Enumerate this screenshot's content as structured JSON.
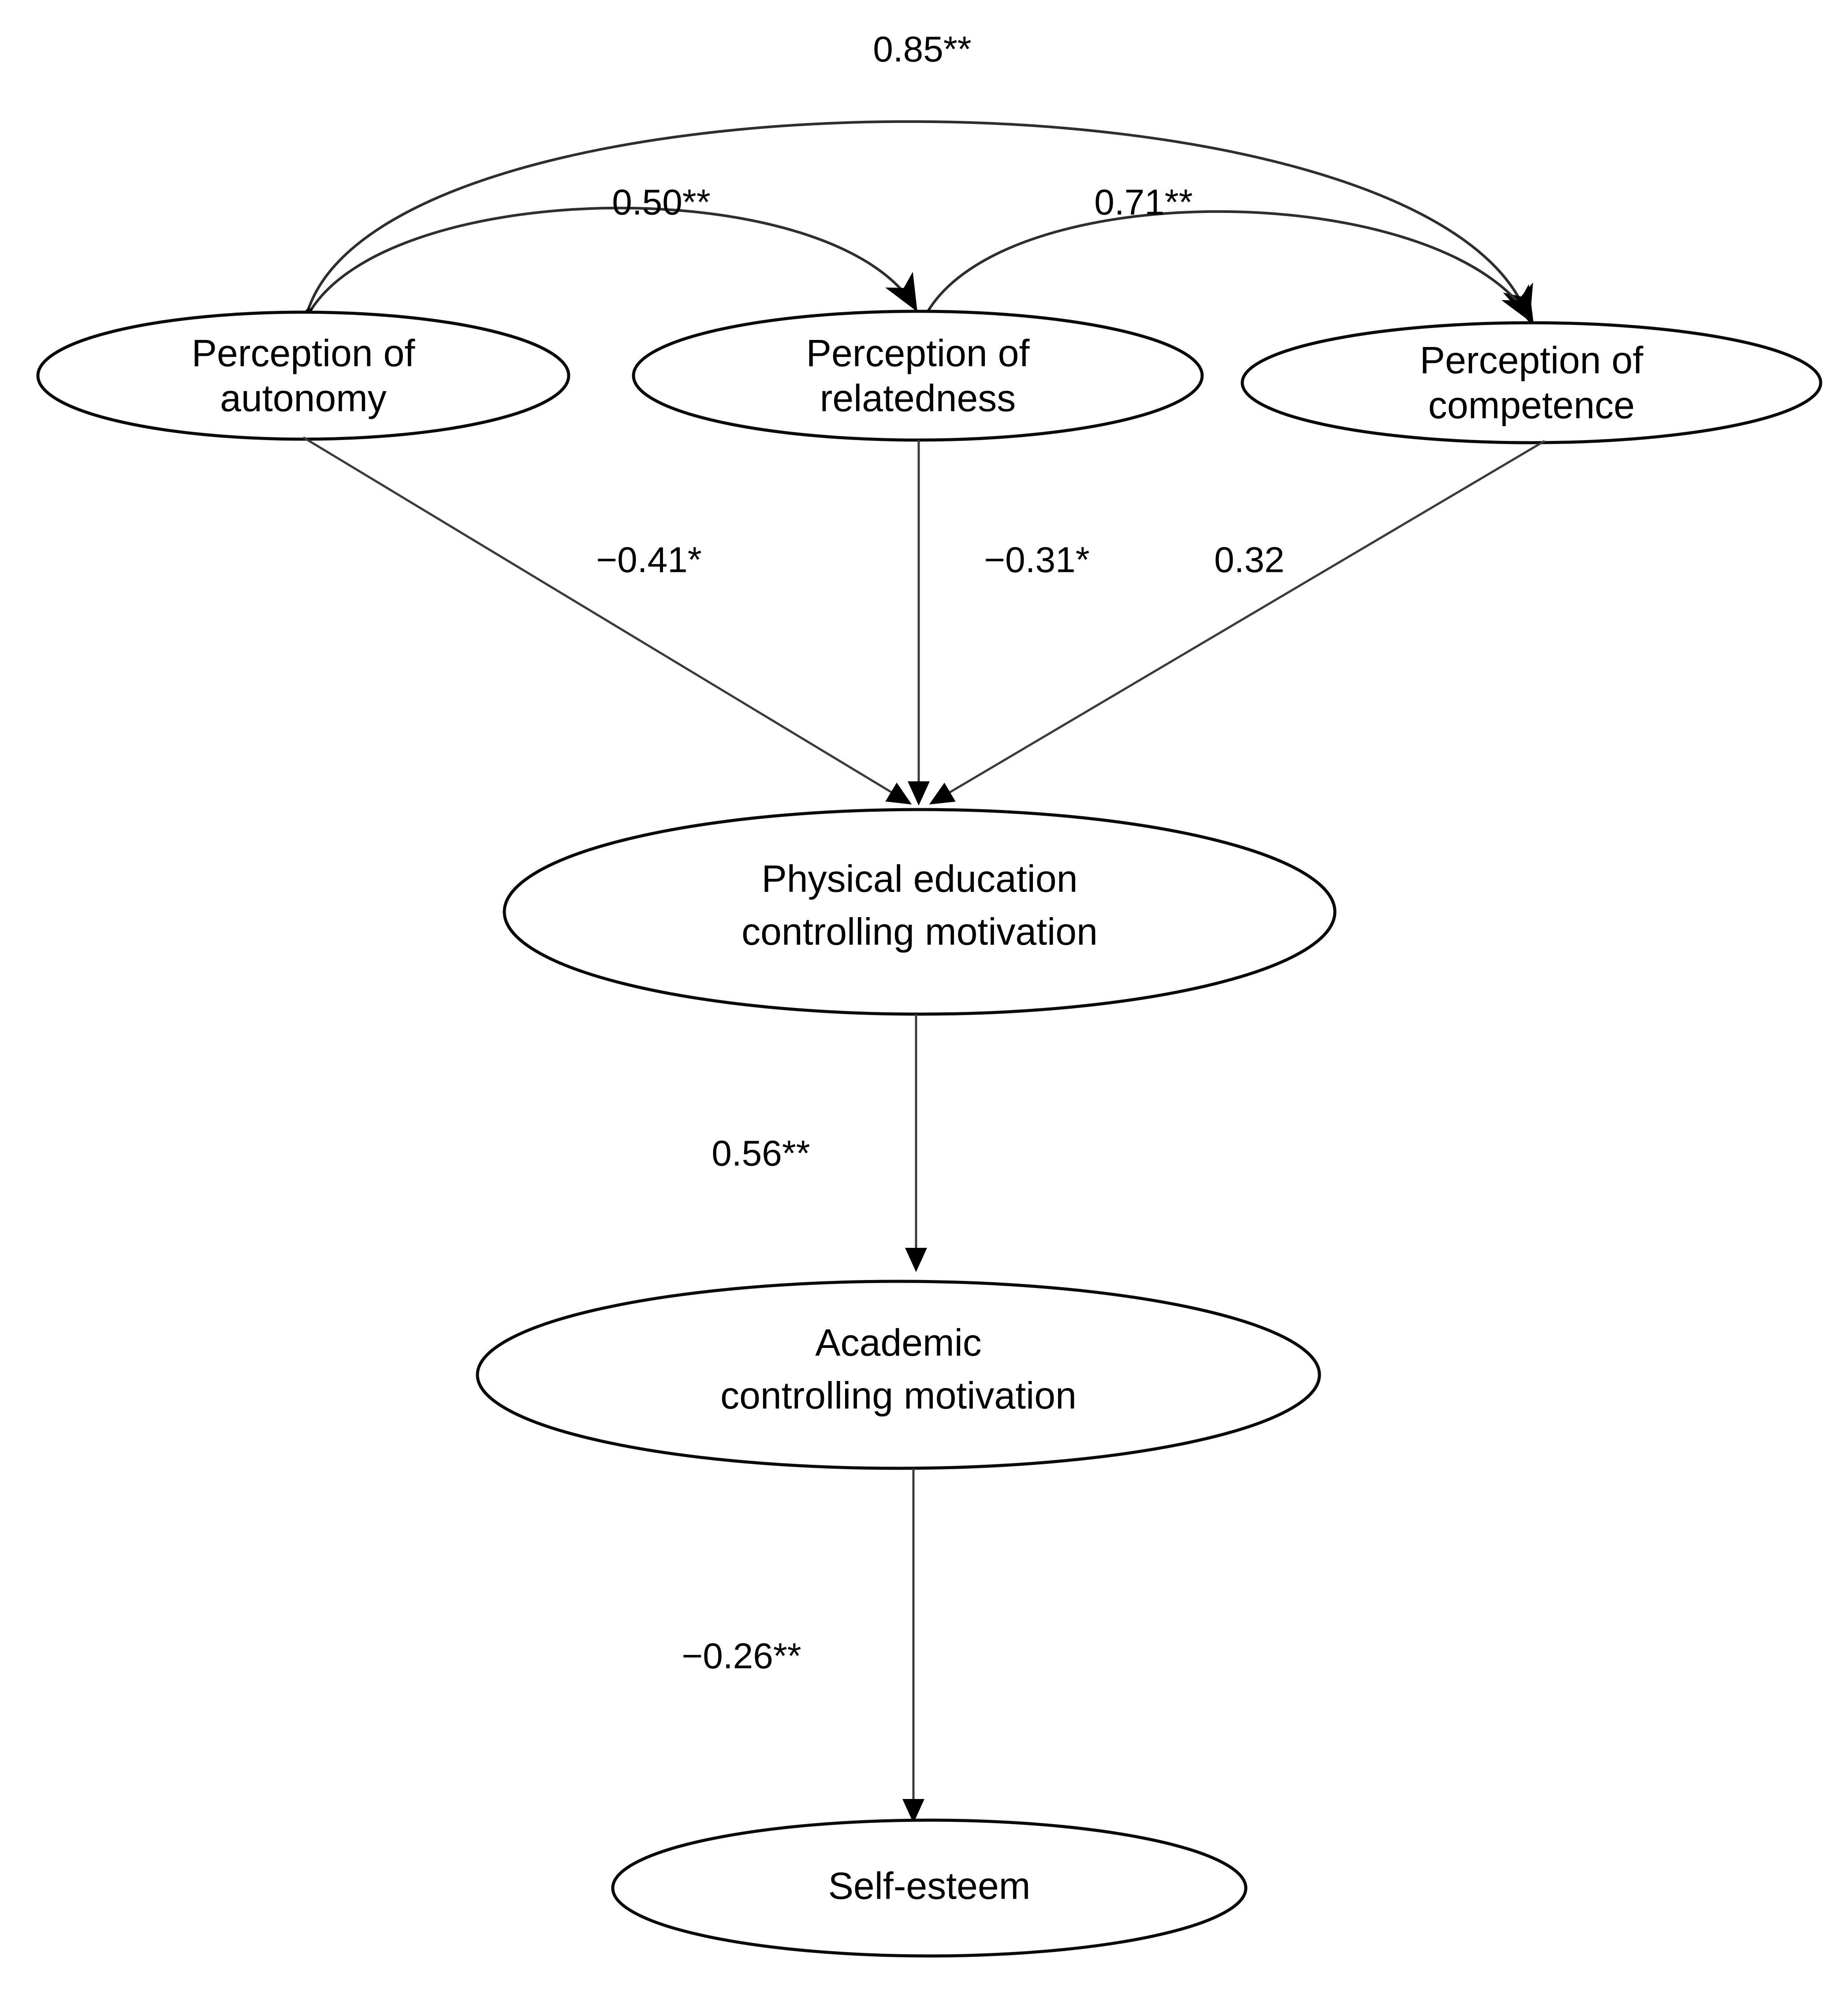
{
  "diagram": {
    "type": "path-analysis-structural-equation-model",
    "background_color": "#ffffff",
    "line_color": "#2e2e2e",
    "text_color": "#000000",
    "nodes": [
      {
        "id": "autonomy",
        "label_line1": "Perception of",
        "label_line2": "autonomy"
      },
      {
        "id": "relatedness",
        "label_line1": "Perception of",
        "label_line2": "relatedness"
      },
      {
        "id": "competence",
        "label_line1": "Perception of",
        "label_line2": "competence"
      },
      {
        "id": "pe_motivation",
        "label_line1": "Physical education",
        "label_line2": "controlling motivation"
      },
      {
        "id": "academic_motivation",
        "label_line1": "Academic",
        "label_line2": "controlling motivation"
      },
      {
        "id": "self_esteem",
        "label_line1": "Self-esteem",
        "label_line2": ""
      }
    ],
    "edges": [
      {
        "id": "autonomy-competence",
        "from": "autonomy",
        "to": "competence",
        "label": "0.85**",
        "shape": "curve",
        "significance": "**"
      },
      {
        "id": "autonomy-relatedness",
        "from": "autonomy",
        "to": "relatedness",
        "label": "0.50**",
        "shape": "curve",
        "significance": "**"
      },
      {
        "id": "relatedness-competence",
        "from": "relatedness",
        "to": "competence",
        "label": "0.71**",
        "shape": "curve",
        "significance": "**"
      },
      {
        "id": "autonomy-pe",
        "from": "autonomy",
        "to": "pe_motivation",
        "label": "−0.41*",
        "shape": "straight",
        "significance": "*"
      },
      {
        "id": "relatedness-pe",
        "from": "relatedness",
        "to": "pe_motivation",
        "label": "−0.31*",
        "shape": "straight",
        "significance": "*"
      },
      {
        "id": "competence-pe",
        "from": "competence",
        "to": "pe_motivation",
        "label": "0.32",
        "shape": "straight",
        "significance": ""
      },
      {
        "id": "pe-academic",
        "from": "pe_motivation",
        "to": "academic_motivation",
        "label": "0.56**",
        "shape": "straight",
        "significance": "**"
      },
      {
        "id": "academic-selfesteem",
        "from": "academic_motivation",
        "to": "self_esteem",
        "label": "−0.26**",
        "shape": "straight",
        "significance": "**"
      }
    ]
  },
  "labels": {
    "autonomy_l1": "Perception of",
    "autonomy_l2": "autonomy",
    "relatedness_l1": "Perception of",
    "relatedness_l2": "relatedness",
    "competence_l1": "Perception of",
    "competence_l2": "competence",
    "pe_l1": "Physical education",
    "pe_l2": "controlling motivation",
    "academic_l1": "Academic",
    "academic_l2": "controlling motivation",
    "selfesteem_l1": "Self-esteem",
    "edge_ac": "0.85**",
    "edge_ar": "0.50**",
    "edge_rc": "0.71**",
    "edge_a_pe": "−0.41*",
    "edge_r_pe": "−0.31*",
    "edge_c_pe": "0.32",
    "edge_pe_ac": "0.56**",
    "edge_ac_se": "−0.26**"
  }
}
